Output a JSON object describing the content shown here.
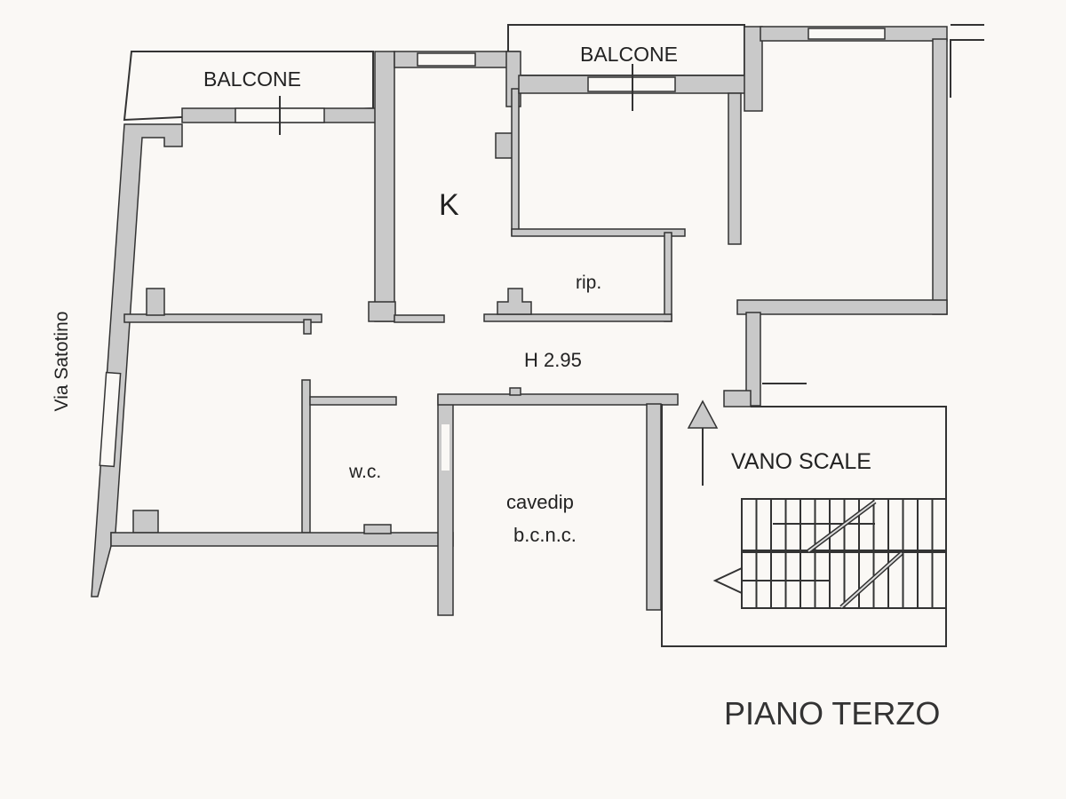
{
  "plan": {
    "title": "PIANO TERZO",
    "street": "Via Satotino",
    "height_label": "H 2.95",
    "rooms": {
      "balcony_left": "BALCONE",
      "balcony_middle": "BALCONE",
      "kitchen": "K",
      "storage": "rip.",
      "wc": "w.c.",
      "cavedio_line1": "cavedip",
      "cavedio_line2": "b.c.n.c.",
      "stairwell": "VANO SCALE"
    },
    "colors": {
      "wall": "#c9c9c9",
      "line": "#333333",
      "background": "#faf8f5"
    }
  }
}
